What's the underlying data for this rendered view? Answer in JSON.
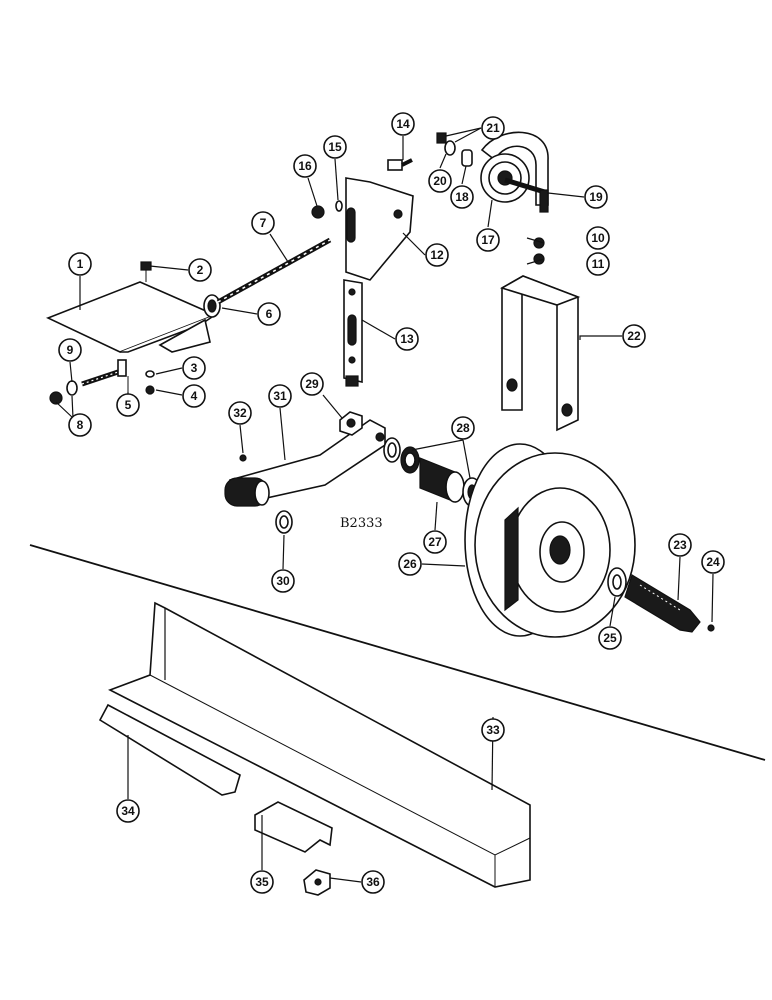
{
  "drawing_code": "B2333",
  "callouts": {
    "c1": "1",
    "c2": "2",
    "c3": "3",
    "c4": "4",
    "c5": "5",
    "c6": "6",
    "c7": "7",
    "c8": "8",
    "c9": "9",
    "c10": "10",
    "c11": "11",
    "c12": "12",
    "c13": "13",
    "c14": "14",
    "c15": "15",
    "c16": "16",
    "c17": "17",
    "c18": "18",
    "c19": "19",
    "c20": "20",
    "c21": "21",
    "c22": "22",
    "c23": "23",
    "c24": "24",
    "c25": "25",
    "c26": "26",
    "c27": "27",
    "c28": "28",
    "c29": "29",
    "c30": "30",
    "c31": "31",
    "c32": "32",
    "c33": "33",
    "c34": "34",
    "c35": "35",
    "c36": "36"
  }
}
